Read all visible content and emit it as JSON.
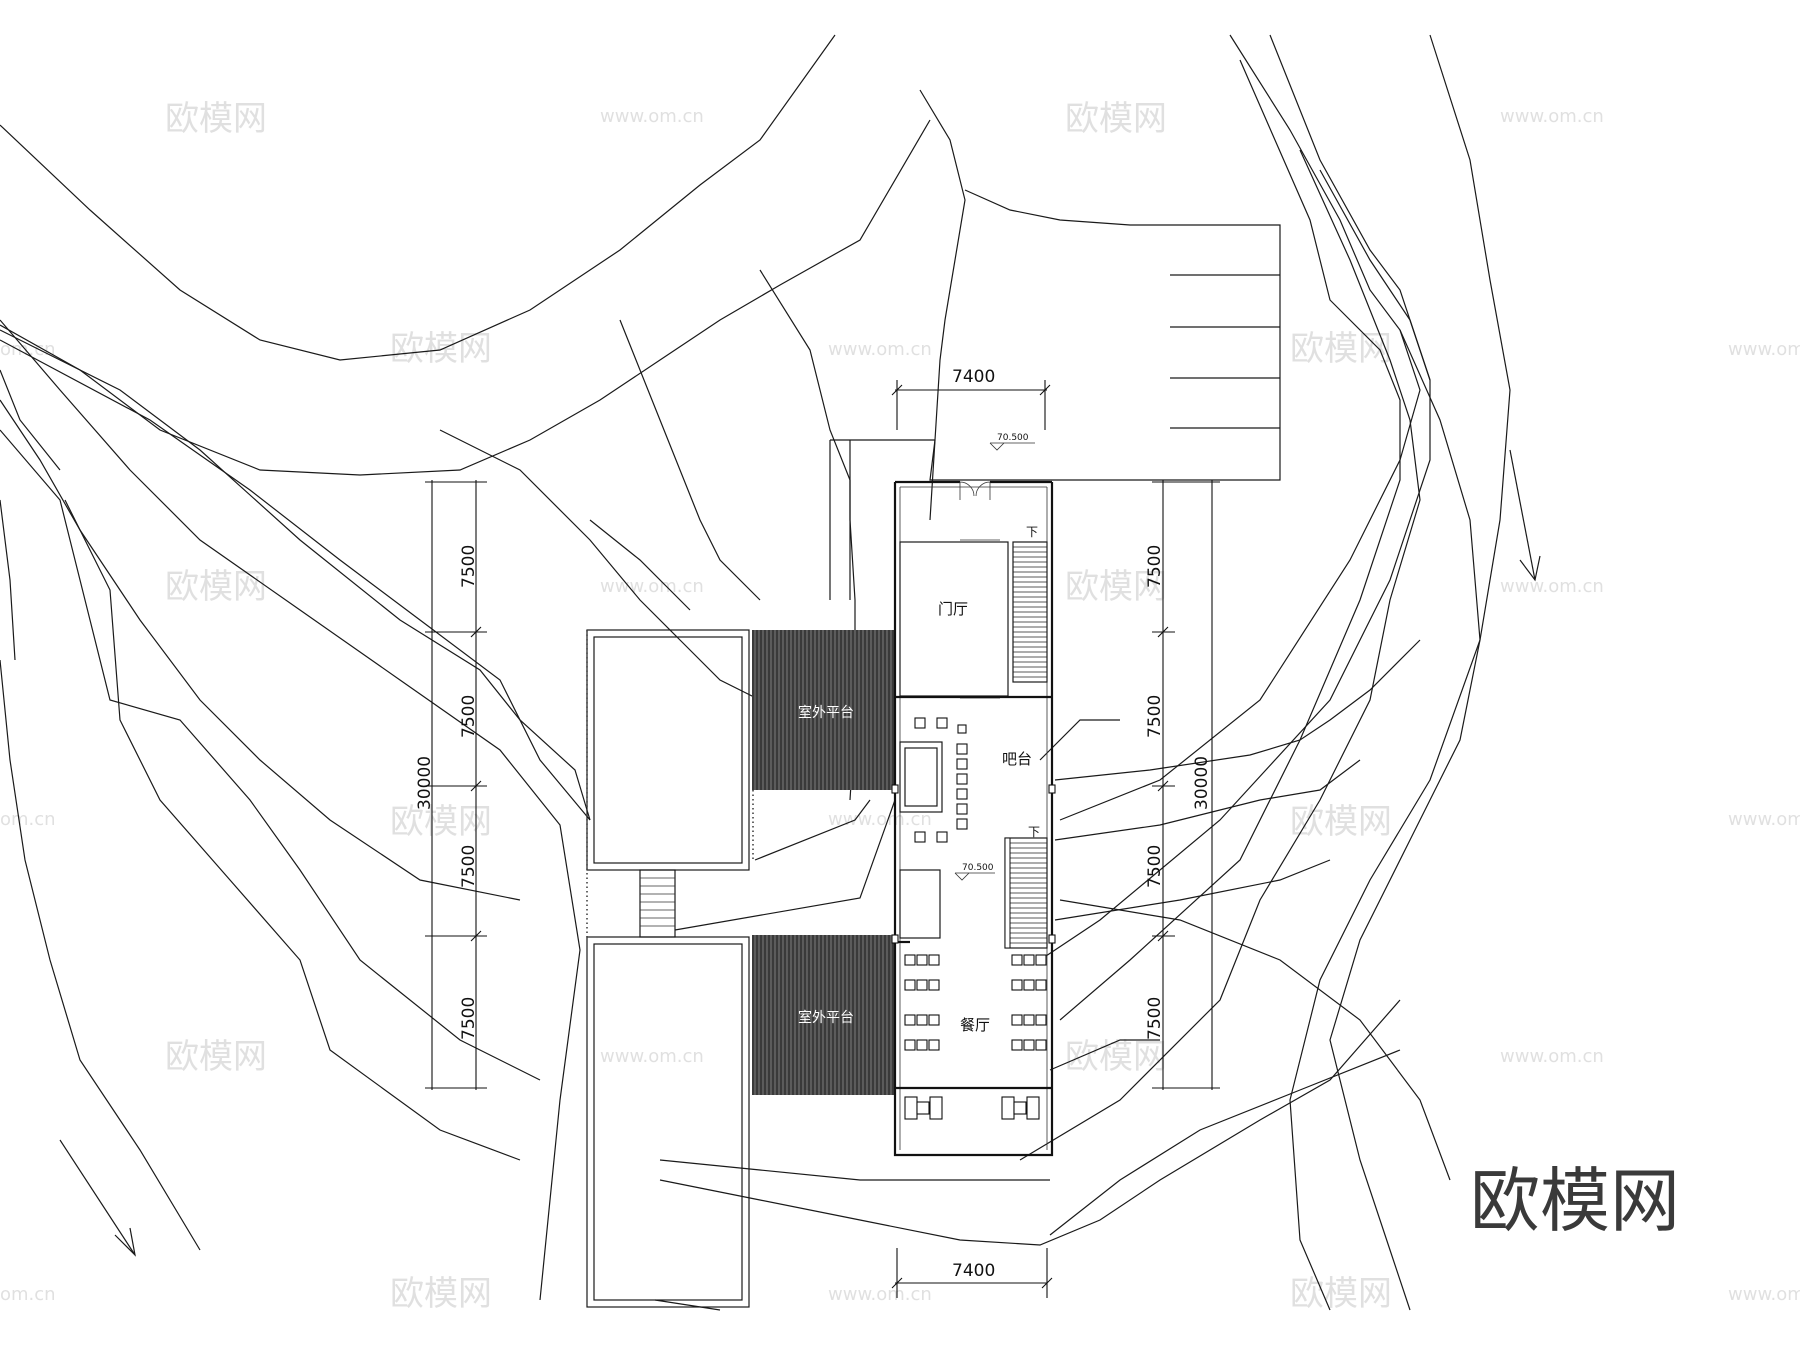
{
  "rooms": {
    "foyer": "门厅",
    "bar": "吧台",
    "dining": "餐厅",
    "terrace_upper": "室外平台",
    "terrace_lower": "室外平台"
  },
  "stairs": {
    "down_top": "下",
    "down_mid": "下"
  },
  "levels": {
    "entrance": "70.500",
    "interior": "70.500"
  },
  "dimensions": {
    "top_width": "7400",
    "bottom_width": "7400",
    "left_bays": [
      "7500",
      "7500",
      "7500",
      "7500"
    ],
    "left_total": "30000",
    "right_bays": [
      "7500",
      "7500",
      "7500",
      "7500"
    ],
    "right_total": "30000"
  },
  "watermarks": {
    "logo": "欧模网",
    "url": "www.om.cn",
    "url_short": "om.cn",
    "big_logo": "欧模网"
  }
}
